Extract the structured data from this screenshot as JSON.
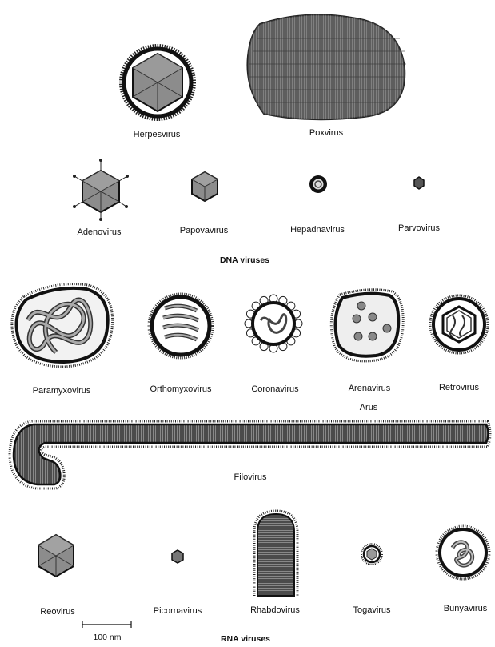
{
  "dna": {
    "section_label": "DNA viruses",
    "herpesvirus": "Herpesvirus",
    "poxvirus": "Poxvirus",
    "adenovirus": "Adenovirus",
    "papovavirus": "Papovavirus",
    "hepadnavirus": "Hepadnavirus",
    "parvovirus": "Parvovirus"
  },
  "rna": {
    "section_label": "RNA viruses",
    "paramyxovirus": "Paramyxovirus",
    "orthomyxovirus": "Orthomyxovirus",
    "coronavirus": "Coronavirus",
    "arenavirus": "Arenavirus",
    "retrovirus": "Retrovirus",
    "arus": "Arus",
    "filovirus": "Filovirus",
    "reovirus": "Reovirus",
    "picornavirus": "Picornavirus",
    "rhabdovirus": "Rhabdovirus",
    "togavirus": "Togavirus",
    "bunyavirus": "Bunyavirus"
  },
  "scale_bar": {
    "label": "100 nm"
  },
  "colors": {
    "ink": "#1a1a1a",
    "fill": "#8c8c8c",
    "light": "#e8e8e8",
    "paper": "#ffffff"
  }
}
